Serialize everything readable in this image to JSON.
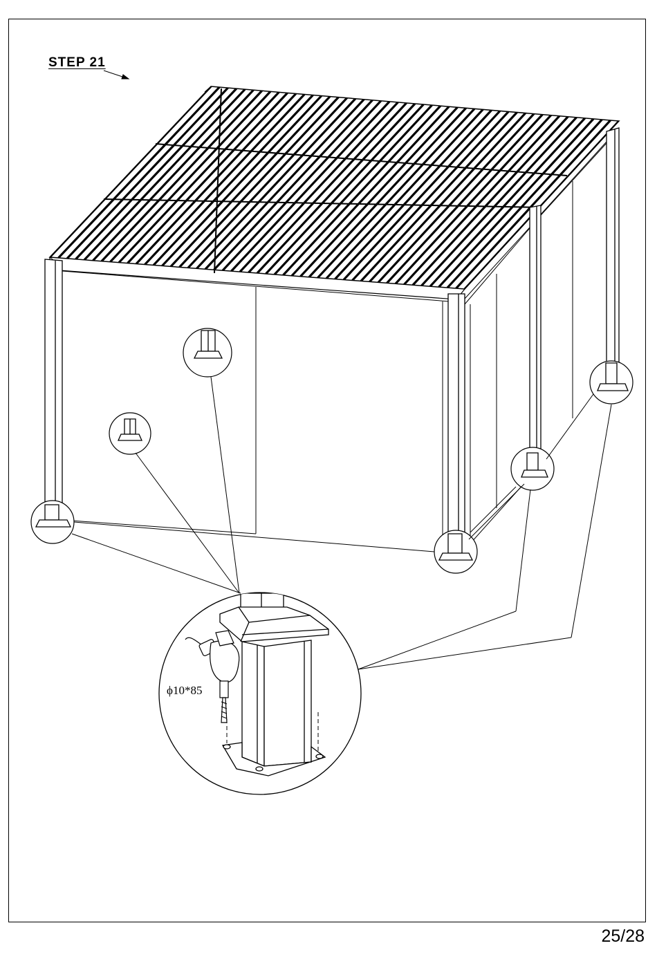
{
  "page": {
    "step_title": "STEP  21",
    "page_number": "25/28"
  },
  "detail": {
    "drill_bit_label": "ϕ10*85"
  },
  "icons": [
    "pergola-assembly-drawing",
    "post-base-callout",
    "drill-icon",
    "anchor-bolt-icon",
    "base-plate-icon"
  ]
}
